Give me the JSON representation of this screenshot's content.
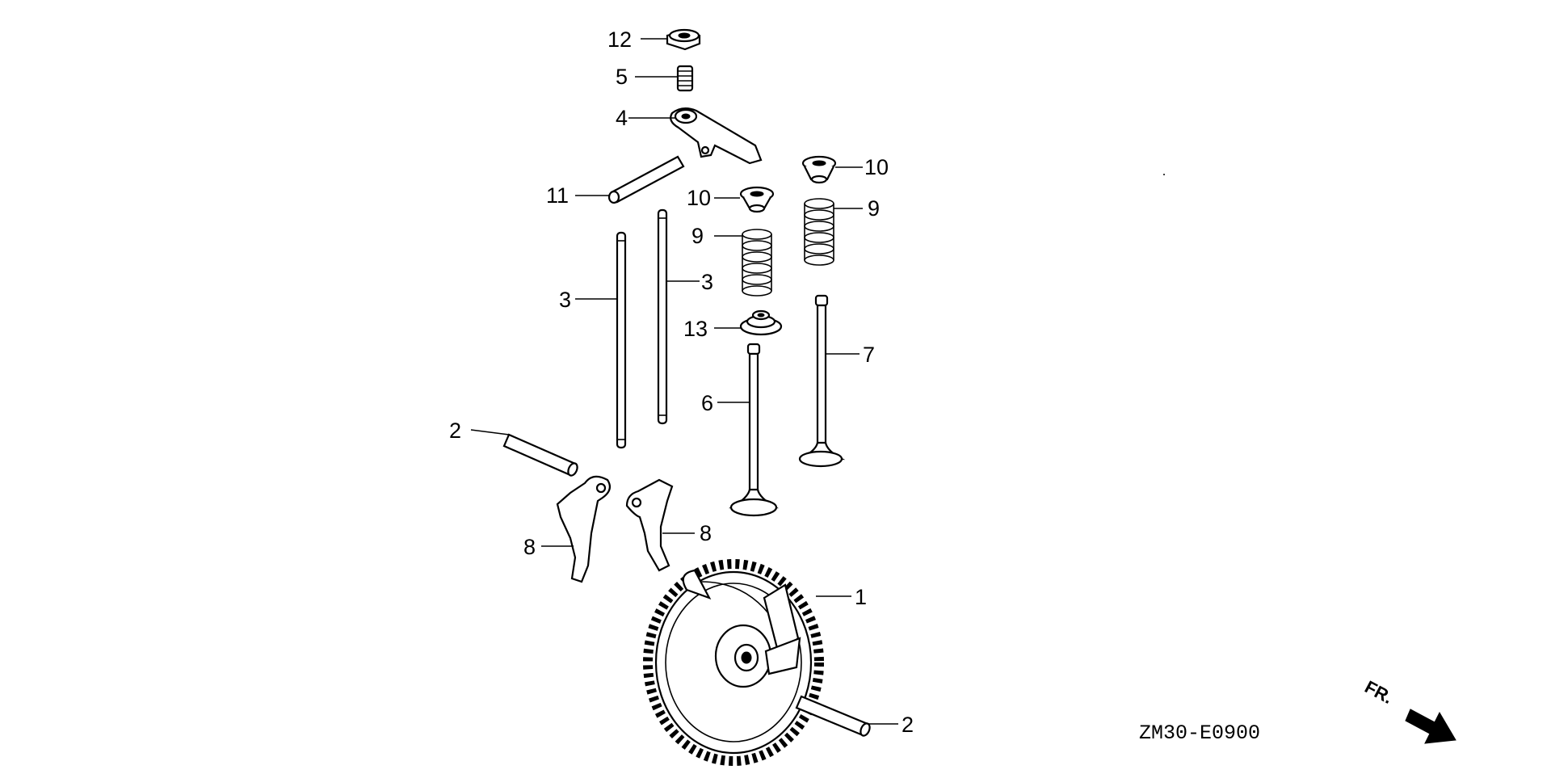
{
  "callouts": [
    {
      "id": "c12",
      "label": "12"
    },
    {
      "id": "c5",
      "label": "5"
    },
    {
      "id": "c4",
      "label": "4"
    },
    {
      "id": "c10a",
      "label": "10"
    },
    {
      "id": "c10b",
      "label": "10"
    },
    {
      "id": "c11",
      "label": "11"
    },
    {
      "id": "c9a",
      "label": "9"
    },
    {
      "id": "c9b",
      "label": "9"
    },
    {
      "id": "c3a",
      "label": "3"
    },
    {
      "id": "c3b",
      "label": "3"
    },
    {
      "id": "c13",
      "label": "13"
    },
    {
      "id": "c7",
      "label": "7"
    },
    {
      "id": "c6",
      "label": "6"
    },
    {
      "id": "c2a",
      "label": "2"
    },
    {
      "id": "c8a",
      "label": "8"
    },
    {
      "id": "c8b",
      "label": "8"
    },
    {
      "id": "c1",
      "label": "1"
    },
    {
      "id": "c2b",
      "label": "2"
    }
  ],
  "diagram_code": "ZM30-E0900",
  "direction_label": "FR.",
  "icons": {
    "direction_arrow": "front-direction-arrow-icon"
  }
}
